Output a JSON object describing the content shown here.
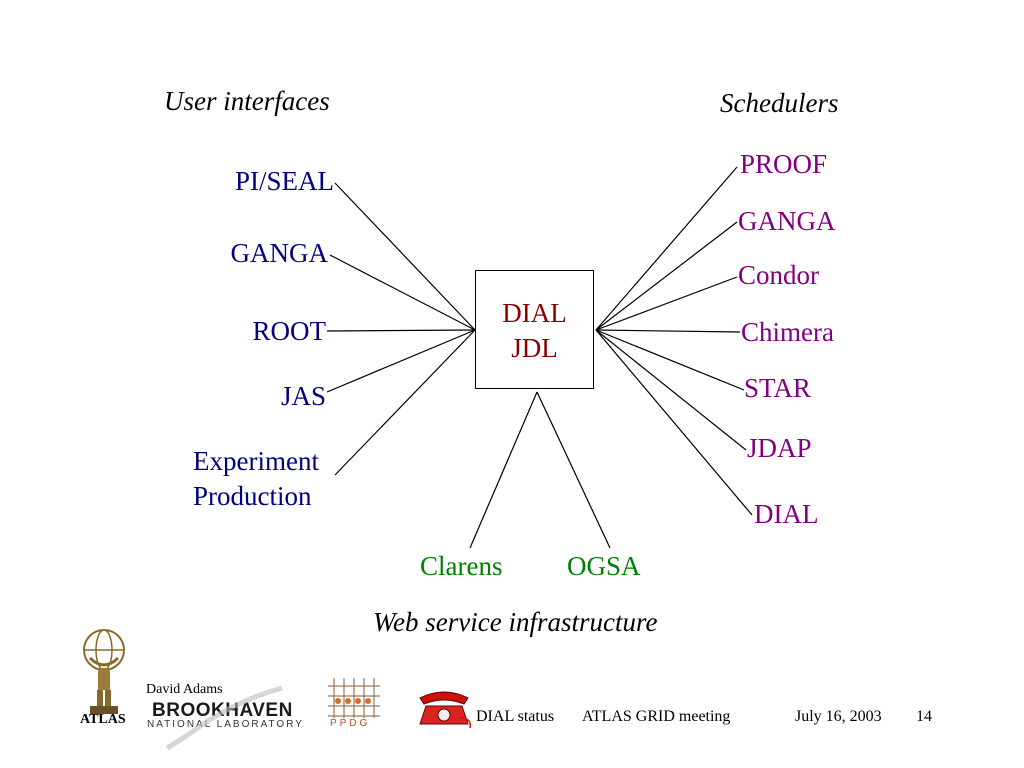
{
  "headings": {
    "user_interfaces": "User interfaces",
    "schedulers": "Schedulers",
    "web_service": "Web service infrastructure"
  },
  "center": {
    "line1": "DIAL",
    "line2": "JDL"
  },
  "user_interfaces": [
    "PI/SEAL",
    "GANGA",
    "ROOT",
    "JAS",
    "Experiment",
    "Production"
  ],
  "schedulers": [
    "PROOF",
    "GANGA",
    "Condor",
    "Chimera",
    "STAR",
    "JDAP",
    "DIAL"
  ],
  "web_services": [
    "Clarens",
    "OGSA"
  ],
  "footer": {
    "author": "David Adams",
    "atlas": "ATLAS",
    "bnl_name": "BROOKHAVEN",
    "bnl_sub": "NATIONAL LABORATORY",
    "ppdg": "PPDG",
    "title": "DIAL status",
    "meeting": "ATLAS GRID meeting",
    "date": "July 16, 2003",
    "page": "14"
  },
  "colors": {
    "user_interface_text": "#000080",
    "scheduler_text": "#800080",
    "web_service_text": "#008000",
    "center_text": "#8b0000"
  }
}
